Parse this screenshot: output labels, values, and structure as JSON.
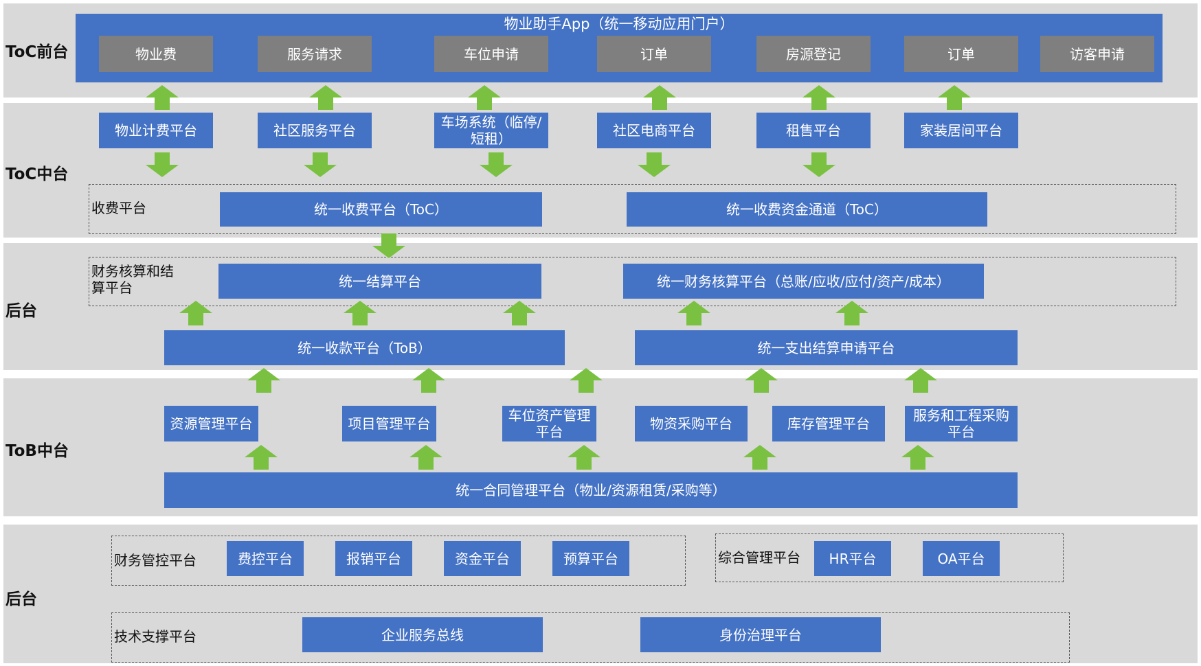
{
  "lanes": {
    "toc_front": "ToC前台",
    "toc_middle": "ToC中台",
    "back_1": "后台",
    "tob_middle": "ToB中台",
    "back_2": "后台"
  },
  "app": {
    "title": "物业助手App（统一移动应用门户）",
    "items": [
      "物业费",
      "服务请求",
      "车位申请",
      "订单",
      "房源登记",
      "订单",
      "访客申请"
    ]
  },
  "toc_platforms": [
    "物业计费平台",
    "社区服务平台",
    "车场系统（临停/短租）",
    "社区电商平台",
    "租售平台",
    "家装居间平台"
  ],
  "charging": {
    "label": "收费平台",
    "unified_charge": "统一收费平台（ToC）",
    "fund_channel": "统一收费资金通道（ToC）"
  },
  "settlement": {
    "label": "财务核算和结算平台",
    "unified_settlement": "统一结算平台",
    "finance_accounting": "统一财务核算平台（总账/应收/应付/资产/成本）"
  },
  "tob_top": {
    "collection": "统一收款平台（ToB）",
    "expense": "统一支出结算申请平台"
  },
  "tob_platforms": [
    "资源管理平台",
    "项目管理平台",
    "车位资产管理平台",
    "物资采购平台",
    "库存管理平台",
    "服务和工程采购平台"
  ],
  "contract": "统一合同管理平台（物业/资源租赁/采购等）",
  "finance_control": {
    "label": "财务管控平台",
    "items": [
      "费控平台",
      "报销平台",
      "资金平台",
      "预算平台"
    ]
  },
  "general_mgmt": {
    "label": "综合管理平台",
    "items": [
      "HR平台",
      "OA平台"
    ]
  },
  "tech_support": {
    "label": "技术支撑平台",
    "items": [
      "企业服务总线",
      "身份治理平台"
    ]
  },
  "colors": {
    "box_blue": "#4472c4",
    "box_grey": "#7f7f7f",
    "arrow_green": "#7ac142",
    "band_grey": "#d9d9d9"
  }
}
